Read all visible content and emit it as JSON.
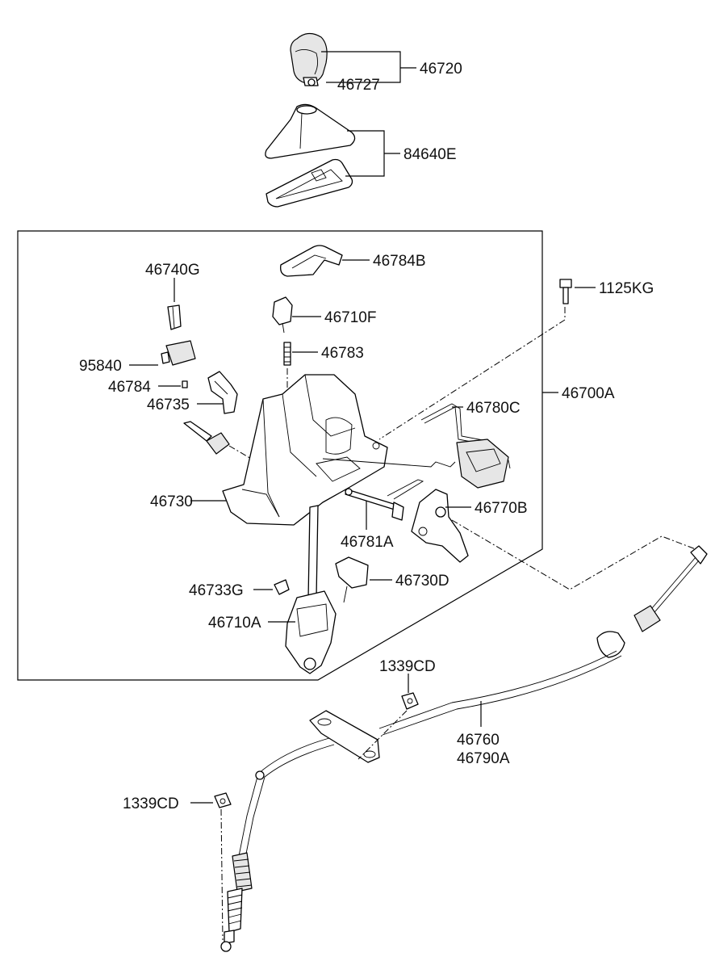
{
  "diagram": {
    "labels": {
      "l46720": "46720",
      "l46727": "46727",
      "l84640E": "84640E",
      "l46784B": "46784B",
      "l46740G": "46740G",
      "l46710F": "46710F",
      "l1125KG": "1125KG",
      "l46783": "46783",
      "l95840": "95840",
      "l46784": "46784",
      "l46735": "46735",
      "l46700A": "46700A",
      "l46780C": "46780C",
      "l46730": "46730",
      "l46770B": "46770B",
      "l46781A": "46781A",
      "l46730D": "46730D",
      "l46733G": "46733G",
      "l46710A": "46710A",
      "l1339CD_top": "1339CD",
      "l46760": "46760",
      "l46790A": "46790A",
      "l1339CD_left": "1339CD"
    }
  }
}
